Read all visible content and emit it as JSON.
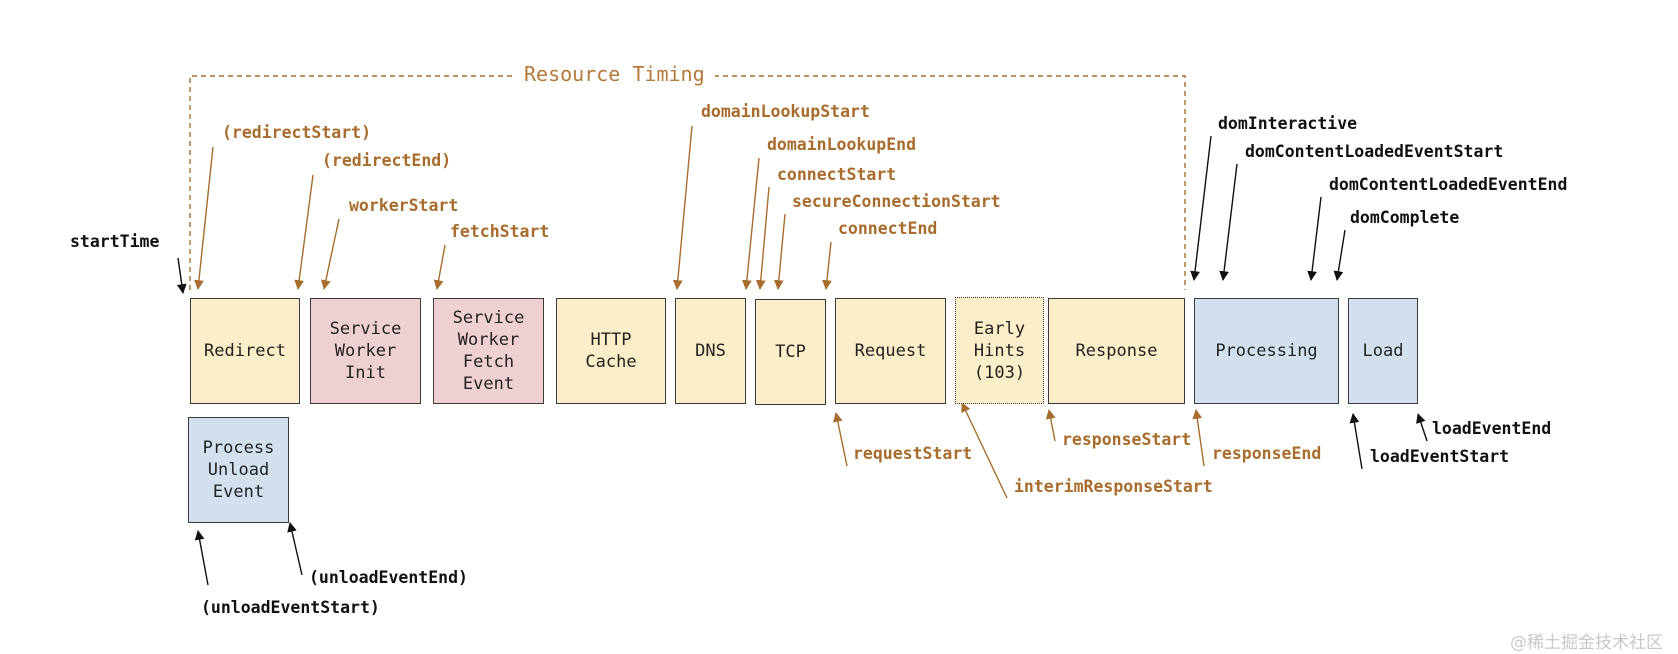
{
  "colors": {
    "accent": "#a86c2d",
    "ink": "#111111",
    "yellow_fill": "#fbeec8",
    "pink_fill": "#efd0d2",
    "blue_fill": "#d2e0ee",
    "border": "#3a3a3a"
  },
  "resource_timing": {
    "title": "Resource Timing"
  },
  "phases": [
    {
      "id": "redirect",
      "label": "Redirect",
      "fill": "yellow"
    },
    {
      "id": "sw-init",
      "label": "Service\nWorker\nInit",
      "fill": "pink"
    },
    {
      "id": "sw-fetch",
      "label": "Service\nWorker\nFetch\nEvent",
      "fill": "pink"
    },
    {
      "id": "http-cache",
      "label": "HTTP\nCache",
      "fill": "yellow"
    },
    {
      "id": "dns",
      "label": "DNS",
      "fill": "yellow"
    },
    {
      "id": "tcp",
      "label": "TCP",
      "fill": "yellow"
    },
    {
      "id": "request",
      "label": "Request",
      "fill": "yellow"
    },
    {
      "id": "early-hints",
      "label": "Early\nHints\n(103)",
      "fill": "yellow",
      "dotted": true
    },
    {
      "id": "response",
      "label": "Response",
      "fill": "yellow"
    },
    {
      "id": "processing",
      "label": "Processing",
      "fill": "blue"
    },
    {
      "id": "load",
      "label": "Load",
      "fill": "blue"
    },
    {
      "id": "unload",
      "label": "Process\nUnload\nEvent",
      "fill": "blue"
    }
  ],
  "markers": [
    {
      "id": "startTime",
      "label": "startTime",
      "color": "ink"
    },
    {
      "id": "redirectStart",
      "label": "(redirectStart)",
      "color": "accent"
    },
    {
      "id": "redirectEnd",
      "label": "(redirectEnd)",
      "color": "accent"
    },
    {
      "id": "workerStart",
      "label": "workerStart",
      "color": "accent"
    },
    {
      "id": "fetchStart",
      "label": "fetchStart",
      "color": "accent"
    },
    {
      "id": "domainLookupStart",
      "label": "domainLookupStart",
      "color": "accent"
    },
    {
      "id": "domainLookupEnd",
      "label": "domainLookupEnd",
      "color": "accent"
    },
    {
      "id": "connectStart",
      "label": "connectStart",
      "color": "accent"
    },
    {
      "id": "secureConnectionStart",
      "label": "secureConnectionStart",
      "color": "accent"
    },
    {
      "id": "connectEnd",
      "label": "connectEnd",
      "color": "accent"
    },
    {
      "id": "requestStart",
      "label": "requestStart",
      "color": "accent"
    },
    {
      "id": "interimResponseStart",
      "label": "interimResponseStart",
      "color": "accent"
    },
    {
      "id": "responseStart",
      "label": "responseStart",
      "color": "accent"
    },
    {
      "id": "responseEnd",
      "label": "responseEnd",
      "color": "accent"
    },
    {
      "id": "domInteractive",
      "label": "domInteractive",
      "color": "ink"
    },
    {
      "id": "domContentLoadedEventStart",
      "label": "domContentLoadedEventStart",
      "color": "ink"
    },
    {
      "id": "domContentLoadedEventEnd",
      "label": "domContentLoadedEventEnd",
      "color": "ink"
    },
    {
      "id": "domComplete",
      "label": "domComplete",
      "color": "ink"
    },
    {
      "id": "loadEventStart",
      "label": "loadEventStart",
      "color": "ink"
    },
    {
      "id": "loadEventEnd",
      "label": "loadEventEnd",
      "color": "ink"
    },
    {
      "id": "unloadEventStart",
      "label": "(unloadEventStart)",
      "color": "ink"
    },
    {
      "id": "unloadEventEnd",
      "label": "(unloadEventEnd)",
      "color": "ink"
    }
  ],
  "watermark": "@稀土掘金技术社区"
}
